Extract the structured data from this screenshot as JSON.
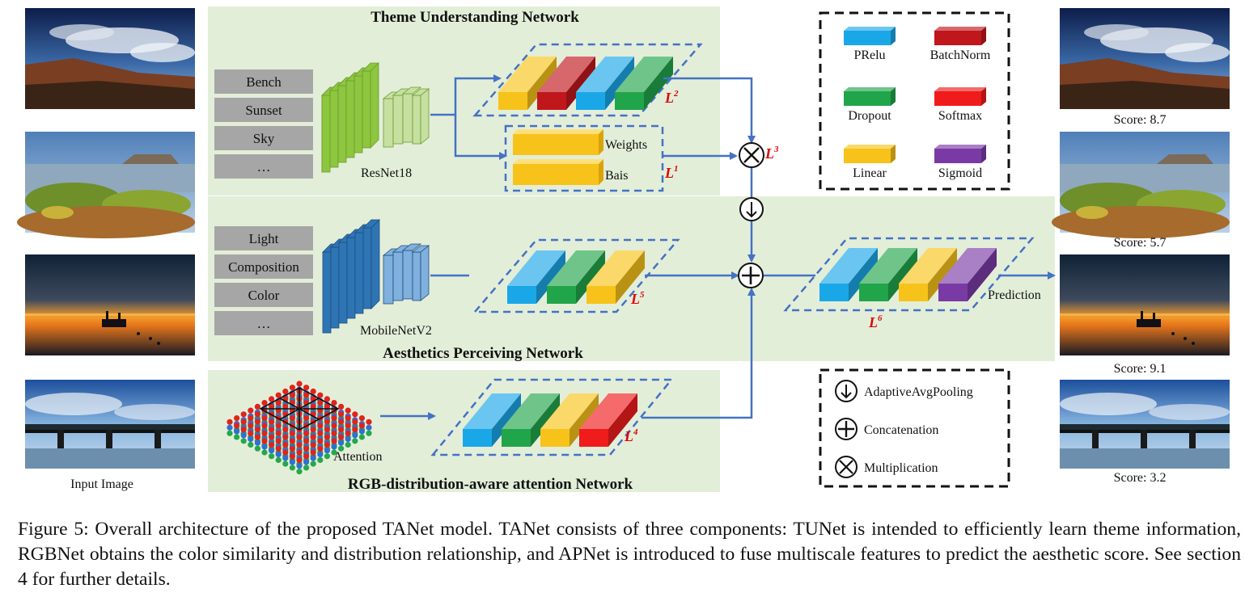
{
  "networks": {
    "theme": "Theme Understanding Network",
    "aesthetics": "Aesthetics Perceiving Network",
    "rgb": "RGB-distribution-aware attention Network"
  },
  "theme_tags": [
    "Bench",
    "Sunset",
    "Sky",
    "…"
  ],
  "aesthetic_tags": [
    "Light",
    "Composition",
    "Color",
    "…"
  ],
  "backbones": {
    "resnet": "ResNet18",
    "mobilenet": "MobileNetV2"
  },
  "labels": {
    "weights": "Weights",
    "bais": "Bais",
    "attention": "Attention",
    "prediction": "Prediction",
    "input_image": "Input Image"
  },
  "loss_labels": {
    "l1": "L",
    "l1_sup": "1",
    "l2": "L",
    "l2_sup": "2",
    "l3": "L",
    "l3_sup": "3",
    "l4": "L",
    "l4_sup": "4",
    "l5": "L",
    "l5_sup": "5",
    "l6": "L",
    "l6_sup": "6"
  },
  "legend_layers": [
    {
      "name": "PRelu",
      "color": "#1aa7e8"
    },
    {
      "name": "BatchNorm",
      "color": "#c0171d"
    },
    {
      "name": "Dropout",
      "color": "#21a54a"
    },
    {
      "name": "Softmax",
      "color": "#f01c1c"
    },
    {
      "name": "Linear",
      "color": "#f7c31a"
    },
    {
      "name": "Sigmoid",
      "color": "#7a3aa6"
    }
  ],
  "legend_ops": [
    {
      "name": "AdaptiveAvgPooling",
      "icon": "down-arrow-circle-icon"
    },
    {
      "name": "Concatenation",
      "icon": "plus-circle-icon"
    },
    {
      "name": "Multiplication",
      "icon": "times-circle-icon"
    }
  ],
  "scores": [
    "Score: 8.7",
    "Score: 5.7",
    "Score: 9.1",
    "Score: 3.2"
  ],
  "colors": {
    "panel_bg": "#e3eed9",
    "arrow": "#4472c4",
    "loss_label": "#e00000",
    "resnet": "#8dc63f",
    "mobilenet": "#2e75b6",
    "tag_box": "#a6a6a6"
  },
  "caption": "Figure 5: Overall architecture of the proposed TANet model. TANet consists of three components: TUNet is intended to efficiently learn theme information, RGBNet obtains the color similarity and distribution relationship, and APNet is introduced to fuse multiscale features to predict the aesthetic score. See section 4 for further details."
}
